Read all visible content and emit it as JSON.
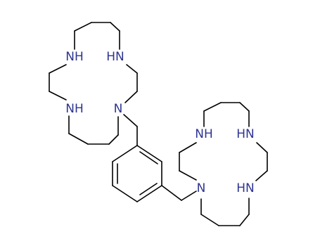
{
  "colors": {
    "bond": "#000000",
    "nitrogen": "#2e3592",
    "background": "#ffffff"
  },
  "labels": {
    "a_nh_upper_left": "NH",
    "a_hn_upper_right": "HN",
    "a_nh_lower_left": "NH",
    "a_n_substituted": "N",
    "b_nh_upper_left": "NH",
    "b_hn_upper_right": "HN",
    "b_hn_lower_right": "HN",
    "b_n_substituted": "N"
  }
}
